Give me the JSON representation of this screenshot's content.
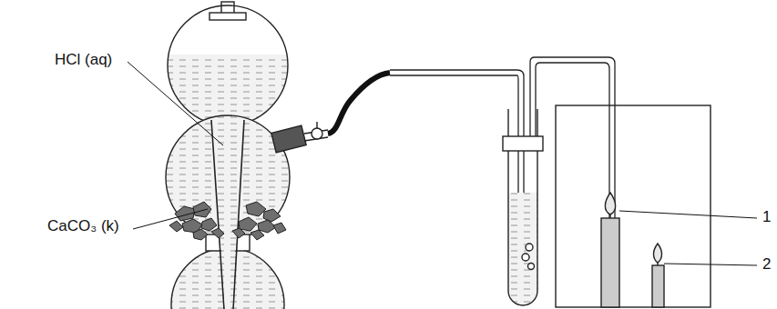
{
  "diagram": {
    "labels": [
      "HCl (aq)",
      "CaCO₃ (k)",
      "1",
      "2"
    ]
  }
}
